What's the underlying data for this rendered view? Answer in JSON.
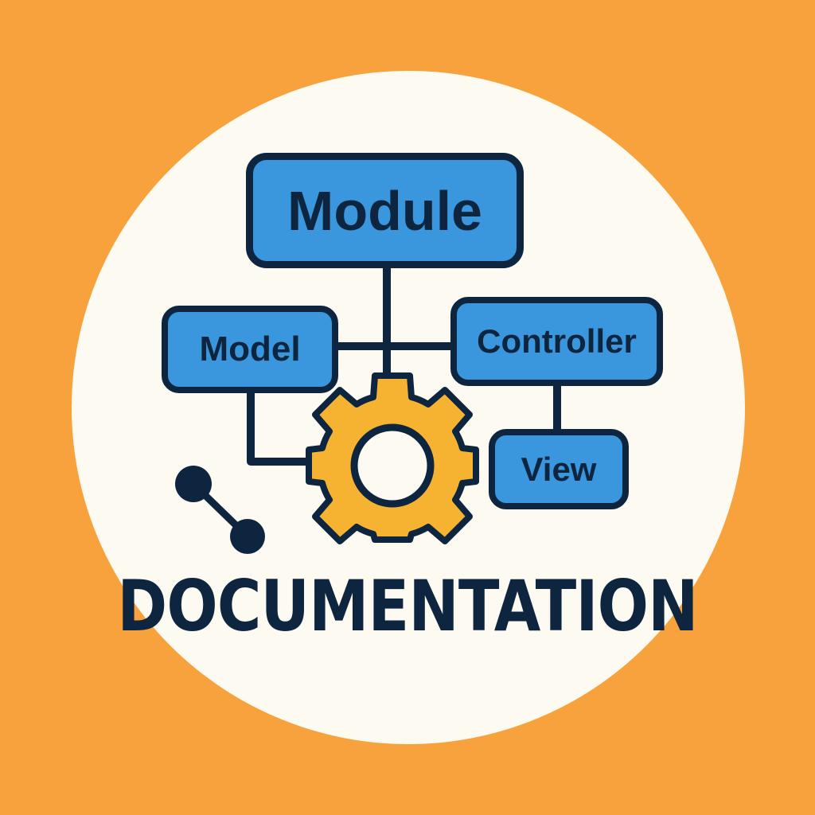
{
  "diagram": {
    "nodes": {
      "module": "Module",
      "model": "Model",
      "controller": "Controller",
      "view": "View"
    },
    "icons": {
      "gear": "gear-icon",
      "link": "link-icon"
    },
    "footer_title": "DOCUMENTATION"
  },
  "colors": {
    "background": "#f8a23e",
    "disc": "#fdfaf1",
    "node_fill": "#3a97dd",
    "outline": "#0e2540",
    "gear_fill": "#f5b331"
  }
}
